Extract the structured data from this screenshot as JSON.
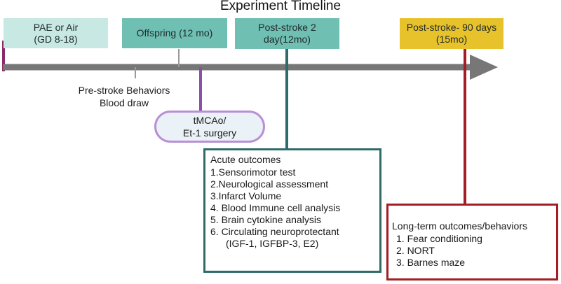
{
  "title": "Experiment Timeline",
  "colors": {
    "teal": "#6fbfb3",
    "light_teal": "#c7e8e3",
    "gold": "#e8c22a",
    "timeline": "#777777",
    "purple": "#8a4fa8",
    "dark_teal": "#2f6b6b",
    "dark_red": "#a31e24",
    "pill_border": "#b98fd6"
  },
  "phases": [
    {
      "label": "PAE or Air\n(GD 8-18)"
    },
    {
      "label": "Offspring (12 mo)"
    },
    {
      "label": "Post-stroke 2\nday(12mo)"
    },
    {
      "label": "Post-stroke- 90 days\n(15mo)"
    }
  ],
  "prestroke_label": "Pre-stroke Behaviors\nBlood  draw",
  "surgery_label": "tMCAo/\nEt-1 surgery",
  "acute": {
    "heading": "Acute outcomes",
    "items": [
      "1.Sensorimotor  test",
      "2.Neurological assessment",
      "3.Infarct Volume",
      "4. Blood Immune cell analysis",
      "5. Brain cytokine analysis",
      "6. Circulating neuroprotectant",
      "(IGF-1, IGFBP-3, E2)"
    ]
  },
  "longterm": {
    "heading": "Long-term outcomes/behaviors",
    "items": [
      "1.  Fear conditioning",
      "2.  NORT",
      "3. Barnes maze"
    ]
  }
}
